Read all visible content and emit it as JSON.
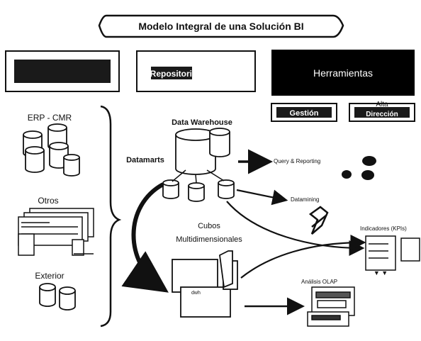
{
  "title": "Modelo Integral de una Solución BI",
  "header": {
    "box1_line1": "",
    "box1_line2": "",
    "box2": "Repositorio",
    "box3": "Herramientas",
    "box3_sub1": "Gestión",
    "box3_sub2_line1": "Alta",
    "box3_sub2_line2": "Dirección"
  },
  "sources": {
    "erp": "ERP - CMR",
    "otros": "Otros",
    "exterior": "Exterior"
  },
  "center": {
    "data_warehouse": "Data Warehouse",
    "datamarts": "Datamarts",
    "cubos_line1": "Cubos",
    "cubos_line2": "Multidimensionales",
    "cube_inner": "dwh"
  },
  "outputs": {
    "query": "Query & Reporting",
    "datamining": "Datamining",
    "indicadores": "Indicadores (KPIs)",
    "olap": "Análisis OLAP"
  },
  "colors": {
    "ink": "#111111",
    "dark_box": "#000000",
    "paper": "#ffffff"
  }
}
